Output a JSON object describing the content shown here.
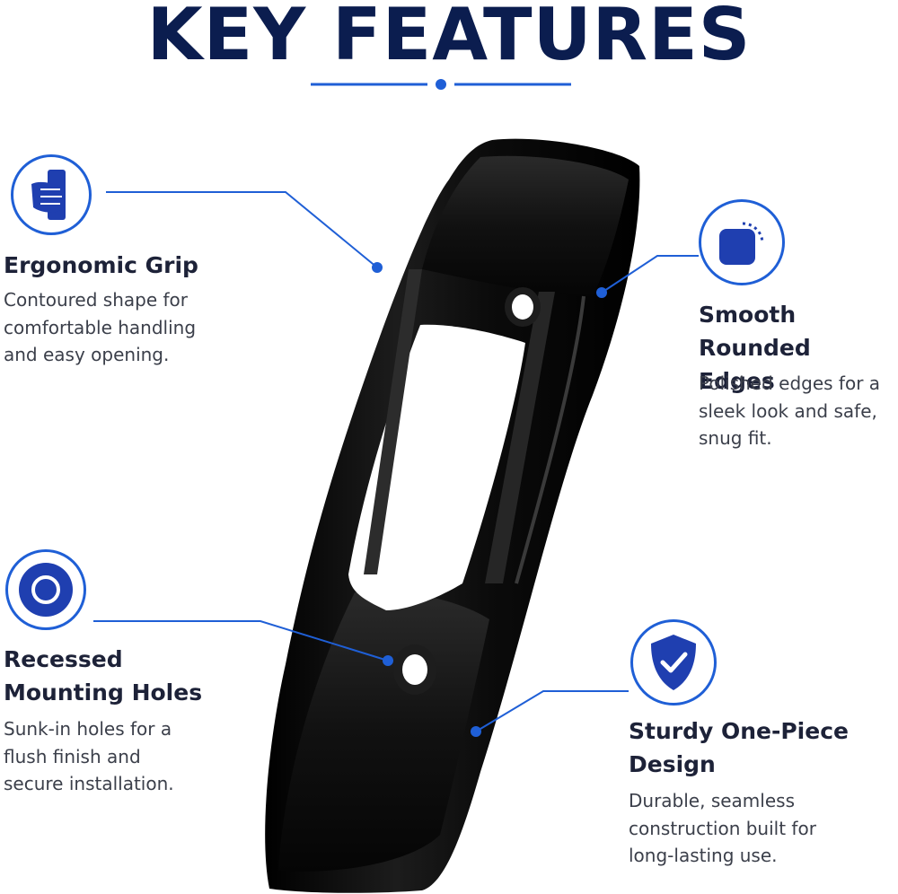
{
  "header": {
    "title": "KEY FEATURES"
  },
  "features": [
    {
      "icon": "hand-grip-icon",
      "title": "Ergonomic Grip",
      "description": [
        "Contoured shape for",
        "comfortable handling",
        "and easy opening."
      ]
    },
    {
      "icon": "rounded-corner-icon",
      "title": [
        "Smooth Rounded",
        "Edges"
      ],
      "description": [
        "Polished edges for a",
        "sleek look and safe,",
        "snug fit."
      ]
    },
    {
      "icon": "mounting-hole-icon",
      "title": [
        "Recessed",
        "Mounting Holes"
      ],
      "description": [
        "Sunk-in holes for a",
        "flush finish and",
        "secure installation."
      ]
    },
    {
      "icon": "shield-check-icon",
      "title": [
        "Sturdy One-Piece",
        "Design"
      ],
      "description": [
        "Durable, seamless",
        "construction built for",
        "long-lasting use."
      ]
    }
  ],
  "colors": {
    "accent": "#1f5fd6",
    "navy": "#0b1d4f",
    "product": "#0a0a0a"
  }
}
